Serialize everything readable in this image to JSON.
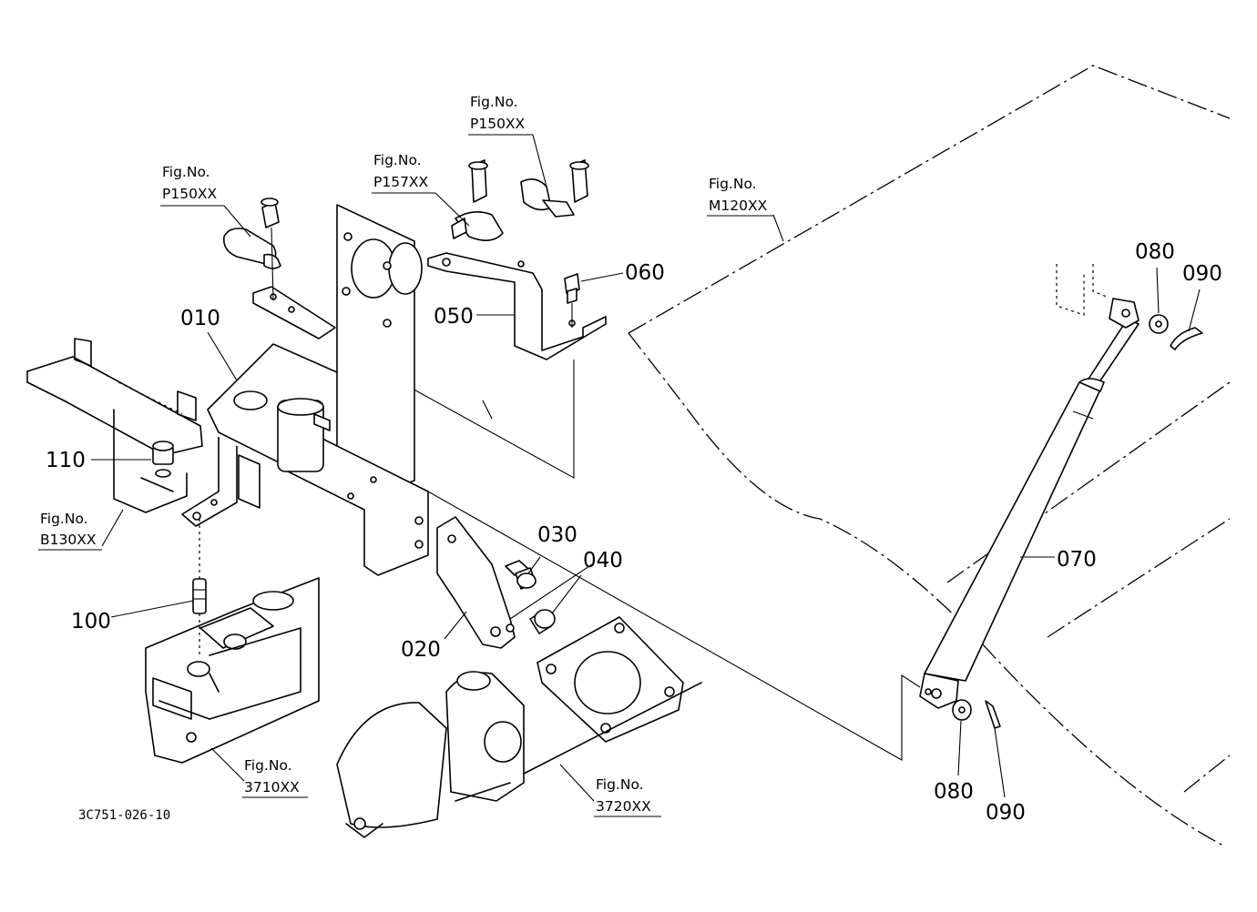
{
  "diagram": {
    "drawing_code": "3C751-026-10",
    "parts": [
      {
        "id": "p010",
        "number": "010"
      },
      {
        "id": "p020",
        "number": "020"
      },
      {
        "id": "p030",
        "number": "030"
      },
      {
        "id": "p040",
        "number": "040"
      },
      {
        "id": "p050",
        "number": "050"
      },
      {
        "id": "p060",
        "number": "060"
      },
      {
        "id": "p070",
        "number": "070"
      },
      {
        "id": "p080a",
        "number": "080"
      },
      {
        "id": "p090a",
        "number": "090"
      },
      {
        "id": "p080b",
        "number": "080"
      },
      {
        "id": "p090b",
        "number": "090"
      },
      {
        "id": "p100",
        "number": "100"
      },
      {
        "id": "p110",
        "number": "110"
      }
    ],
    "fig_refs": [
      {
        "label": "Fig.No.",
        "number": "P150XX"
      },
      {
        "label": "Fig.No.",
        "number": "P157XX"
      },
      {
        "label": "Fig.No.",
        "number": "P150XX"
      },
      {
        "label": "Fig.No.",
        "number": "M120XX"
      },
      {
        "label": "Fig.No.",
        "number": "B130XX"
      },
      {
        "label": "Fig.No.",
        "number": "3710XX"
      },
      {
        "label": "Fig.No.",
        "number": "3720XX"
      }
    ]
  }
}
